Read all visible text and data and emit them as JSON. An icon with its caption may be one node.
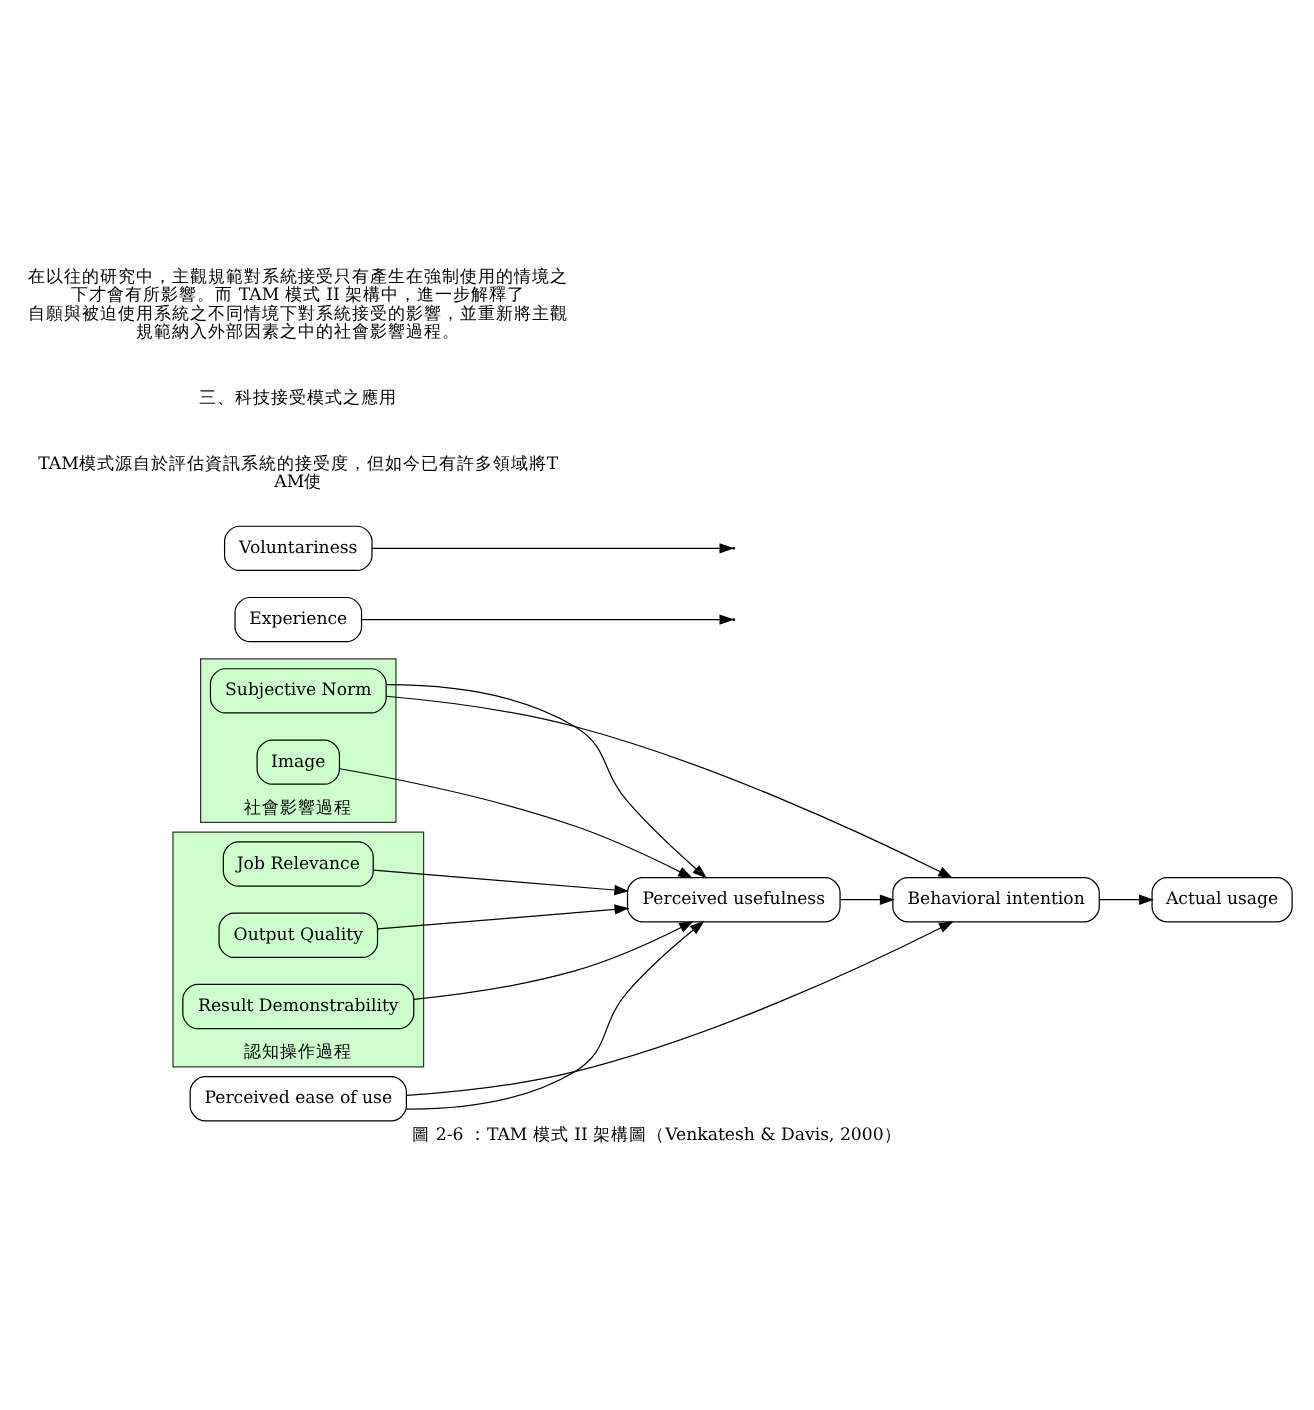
{
  "diagram": {
    "caption": "圖 2-6 ：TAM 模式 II 架構圖（Venkatesh & Davis, 2000）",
    "nodes": [
      {
        "text": [
          "社會影響過程"
        ]
      },
      {
        "text": [
          "Subjective Norm"
        ],
        "in": 0
      },
      {
        "text": [
          "Image"
        ],
        "in": 0
      },
      {
        "text": [
          "認知操作過程"
        ]
      },
      {
        "text": [
          "Job Relevance"
        ],
        "in": 3
      },
      {
        "text": [
          "Output Quality"
        ],
        "in": 3
      },
      {
        "text": [
          "Result Demonstrability"
        ],
        "in": 3
      },
      {
        "text": [
          "Experience"
        ]
      },
      {
        "text": [
          "Voluntariness"
        ]
      },
      {
        "text": [
          "Perceived usefulness"
        ]
      },
      {
        "text": [
          "Perceived ease of use"
        ]
      },
      {
        "text": [
          "Behavioral intention"
        ]
      },
      {
        "text": [
          "Actual usage"
        ]
      }
    ],
    "edges": [
      {
        "from": 1,
        "to": 9,
        "arrow": "to"
      },
      {
        "from": 2,
        "to": 9,
        "arrow": "to"
      },
      {
        "from": 4,
        "to": 9,
        "arrow": "to"
      },
      {
        "from": 5,
        "to": 9,
        "arrow": "to"
      },
      {
        "from": 6,
        "to": 9,
        "arrow": "to"
      },
      {
        "from": 1,
        "to": 11,
        "arrow": "to"
      },
      {
        "from": 7,
        "to": null,
        "arrow": "to"
      },
      {
        "from": 8,
        "to": null,
        "arrow": "to"
      },
      {
        "from": 10,
        "to": 9,
        "arrow": "to"
      },
      {
        "from": 9,
        "to": 11,
        "arrow": "to"
      },
      {
        "from": 10,
        "to": 11,
        "arrow": "to"
      },
      {
        "from": 11,
        "to": 12,
        "arrow": "to"
      }
    ],
    "labels": [
      "在以往的研究中，主觀規範對系統接受只有產生在強制使用的情境之下才會有所影響。而 TAM 模式 II 架構中，進一步解釋了自願與被迫使用系統之不同情境下對系統接受的影響，並重新將主觀規範納入外部因素之中的社會影響過程。",
      "三、科技接受模式之應用",
      "TAM模式源自於評估資訊系統的接受度，但如今已有許多領域將TAM使"
    ]
  }
}
